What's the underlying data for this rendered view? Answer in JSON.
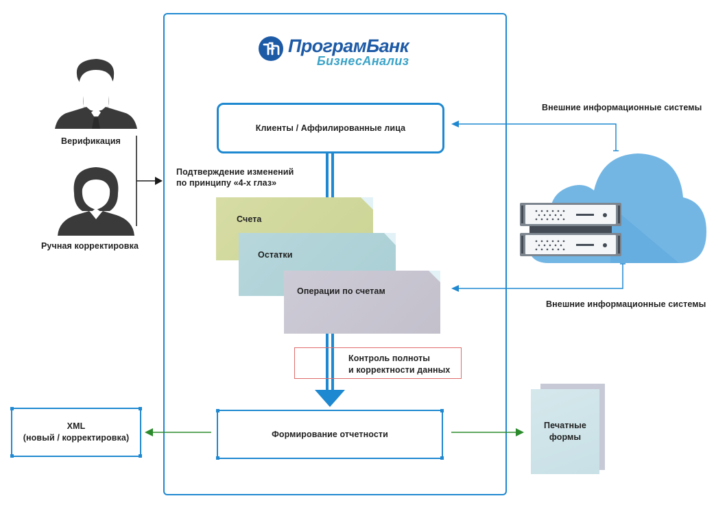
{
  "logo": {
    "title": "ПрограмБанк",
    "subtitle": "БизнесАнализ"
  },
  "actors": [
    {
      "label": "Верификация",
      "icon": "male-user-icon"
    },
    {
      "label": "Ручная корректировка",
      "icon": "female-user-icon"
    }
  ],
  "four_eyes_note": {
    "line1": "Подтверждение изменений",
    "line2": "по принципу «4-х глаз»"
  },
  "nodes": {
    "clients": "Клиенты / Аффилированные лица",
    "sheets": [
      "Счета",
      "Остатки",
      "Операции по счетам"
    ],
    "check": {
      "line1": "Контроль полноты",
      "line2": "и корректности данных"
    },
    "reporting": "Формирование отчетности",
    "xml": {
      "line1": "XML",
      "line2": "(новый / корректировка)"
    },
    "print_forms": {
      "line1": "Печатные",
      "line2": "формы"
    }
  },
  "external_systems": {
    "top_label": "Внешние информационные системы",
    "bottom_label": "Внешние информационные системы",
    "icon": "cloud-server-icon"
  },
  "colors": {
    "frame_blue": "#1e88d0",
    "logo_blue": "#1d5aa6",
    "logo_teal": "#3aa3c7",
    "sheet_accounts": "#d2d9a0",
    "sheet_balances": "#b0d3d8",
    "sheet_operations": "#c9c6d2",
    "check_border": "#e06a6a",
    "output_arrow": "#2b8a2b",
    "cloud": "#73b6e4"
  }
}
